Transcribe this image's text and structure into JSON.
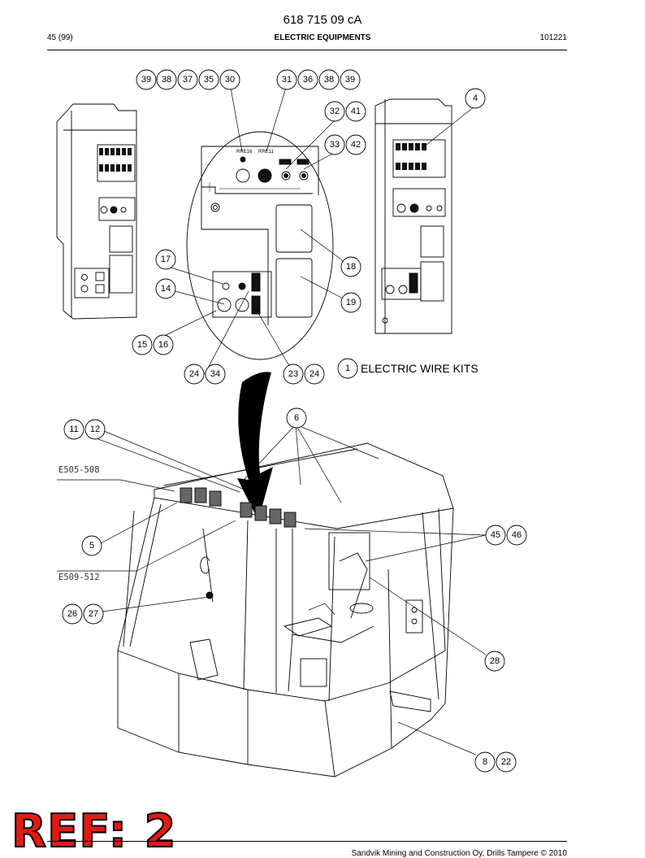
{
  "header": {
    "doc_number": "618 715 09 cA",
    "page": "45 (99)",
    "section": "ELECTRIC EQUIPMENTS",
    "date": "101221"
  },
  "callouts": [
    "39",
    "38",
    "37",
    "35",
    "30",
    "31",
    "36",
    "38",
    "39",
    "4",
    "32",
    "41",
    "33",
    "42",
    "17",
    "18",
    "14",
    "19",
    "15",
    "16",
    "24",
    "34",
    "23",
    "24",
    "1",
    "6",
    "11",
    "12",
    "5",
    "45",
    "46",
    "26",
    "27",
    "28",
    "8",
    "22"
  ],
  "labels": {
    "wire_kits": "ELECTRIC WIRE KITS",
    "e505": "E505-508",
    "e509": "E509-512"
  },
  "stamp": "REF: 2",
  "footer": {
    "copyright": "Sandvik Mining and Construction Oy, Drills Tampere © 2010"
  }
}
